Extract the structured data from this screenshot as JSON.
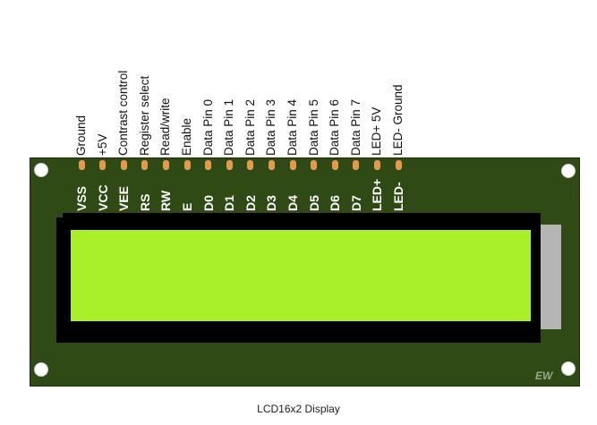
{
  "caption": "LCD16x2 Display",
  "maker_mark": "EW",
  "colors": {
    "board": "#2f4a14",
    "screen": "#a9f02a",
    "pins": "#e39a4a",
    "bezel": "#000000"
  },
  "pins": [
    {
      "code": "VSS",
      "description": "Ground"
    },
    {
      "code": "VCC",
      "description": "+5V"
    },
    {
      "code": "VEE",
      "description": "Contrast control"
    },
    {
      "code": "RS",
      "description": "Register select"
    },
    {
      "code": "RW",
      "description": "Read/write"
    },
    {
      "code": "E",
      "description": "Enable"
    },
    {
      "code": "D0",
      "description": "Data Pin 0"
    },
    {
      "code": "D1",
      "description": "Data Pin 1"
    },
    {
      "code": "D2",
      "description": "Data Pin 2"
    },
    {
      "code": "D3",
      "description": "Data Pin 3"
    },
    {
      "code": "D4",
      "description": "Data Pin 4"
    },
    {
      "code": "D5",
      "description": "Data Pin 5"
    },
    {
      "code": "D6",
      "description": "Data Pin 6"
    },
    {
      "code": "D7",
      "description": "Data Pin 7"
    },
    {
      "code": "LED+",
      "description": "LED+ 5V"
    },
    {
      "code": "LED-",
      "description": "LED- Ground"
    }
  ]
}
